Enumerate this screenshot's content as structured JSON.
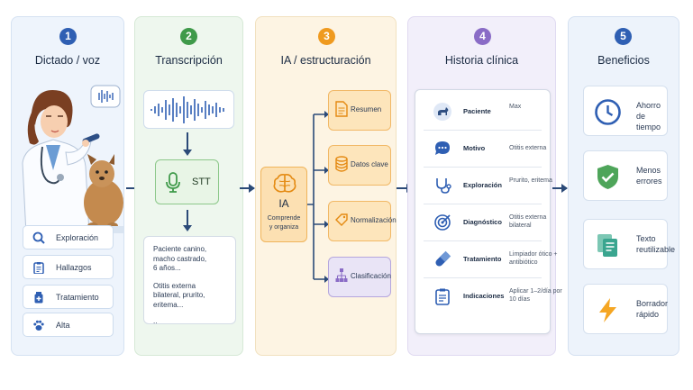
{
  "steps": [
    {
      "number": "1",
      "title": "Dictado / voz",
      "color": "#2f5fb3"
    },
    {
      "number": "2",
      "title": "Transcripción",
      "color": "#3f9a4a"
    },
    {
      "number": "3",
      "title": "IA / estructuración",
      "color": "#ef9a1f"
    },
    {
      "number": "4",
      "title": "Historia clínica",
      "color": "#8a6cc6"
    },
    {
      "number": "5",
      "title": "Beneficios",
      "color": "#2f5fb3"
    }
  ],
  "dictation": {
    "items": [
      {
        "label": "Exploración",
        "icon": "search-icon"
      },
      {
        "label": "Hallazgos",
        "icon": "clipboard-icon"
      },
      {
        "label": "Tratamiento",
        "icon": "medicine-bottle-icon"
      },
      {
        "label": "Alta",
        "icon": "paw-icon"
      }
    ]
  },
  "transcription": {
    "stt_label": "STT",
    "text_lines": [
      "Paciente canino,",
      "macho castrado,",
      "6 años...",
      "Otitis externa",
      "bilateral, prurito,",
      "eritema...",
      ".."
    ]
  },
  "ai": {
    "title": "IA",
    "subtitle_1": "Comprende",
    "subtitle_2": "y organiza",
    "outputs": [
      {
        "label": "Resumen",
        "icon": "document-icon"
      },
      {
        "label": "Datos clave",
        "icon": "database-icon"
      },
      {
        "label": "Normalización",
        "icon": "tag-icon"
      },
      {
        "label": "Clasificación",
        "icon": "hierarchy-icon"
      }
    ]
  },
  "record": {
    "rows": [
      {
        "label": "Paciente",
        "value": "Max",
        "icon": "dog-icon"
      },
      {
        "label": "Motivo",
        "value": "Otitis externa",
        "icon": "speech-bubble-icon"
      },
      {
        "label": "Exploración",
        "value": "Prurito, eritema",
        "icon": "stethoscope-icon"
      },
      {
        "label": "Diagnóstico",
        "value": "Otitis externa bilateral",
        "icon": "target-icon"
      },
      {
        "label": "Tratamiento",
        "value": "Limpiador ótico + antibiótico",
        "icon": "pill-icon"
      },
      {
        "label": "Indicaciones",
        "value": "Aplicar 1–2/día por 10 días",
        "icon": "checklist-icon"
      }
    ]
  },
  "benefits": [
    {
      "line1": "Ahorro",
      "line2": "de tiempo",
      "icon": "clock-icon",
      "color": "#2f5fb3"
    },
    {
      "line1": "Menos",
      "line2": "errores",
      "icon": "shield-check-icon",
      "color": "#3f9a4a"
    },
    {
      "line1": "Texto",
      "line2": "reutilizable",
      "icon": "copy-text-icon",
      "color": "#3aa58f"
    },
    {
      "line1": "Borrador",
      "line2": "rápido",
      "icon": "lightning-icon",
      "color": "#f0a21f"
    }
  ]
}
